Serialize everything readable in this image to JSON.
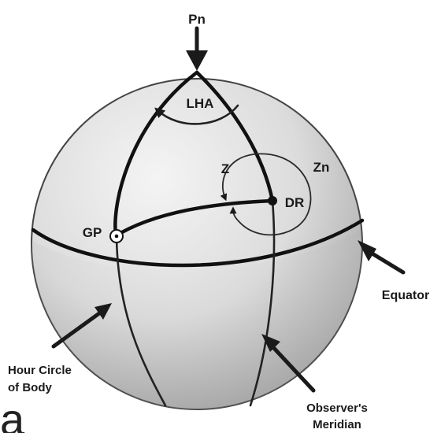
{
  "labels": {
    "pole": "Pn",
    "lha": "LHA",
    "azimuth_angle": "Z",
    "true_azimuth": "Zn",
    "dead_reckoning": "DR",
    "geographic_position": "GP",
    "equator": "Equator",
    "hour_circle_line1": "Hour Circle",
    "hour_circle_line2": "of Body",
    "meridian_line1": "Observer's",
    "meridian_line2": "Meridian",
    "corner_fragment": "a"
  },
  "colors": {
    "sphere_light": "#ededed",
    "sphere_mid": "#d2d2d2",
    "sphere_shadow": "#9e9e9e",
    "lines": "#111111"
  }
}
